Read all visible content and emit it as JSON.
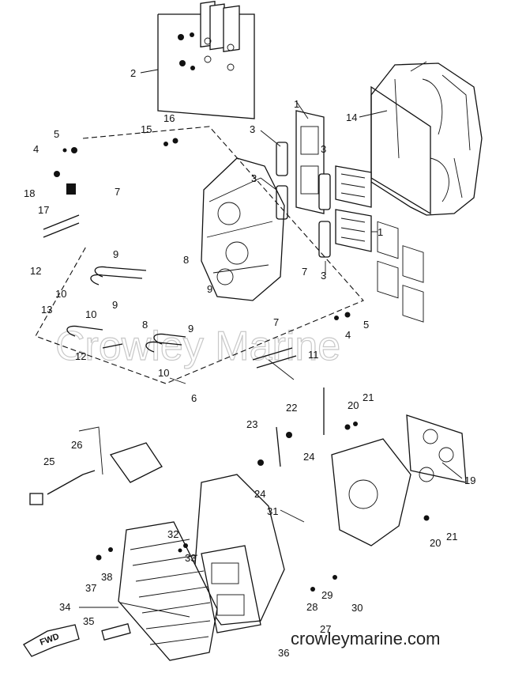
{
  "watermark": "Crowley Marine",
  "website": "crowleymarine.com",
  "direction_label": "FWD",
  "warning_tag": "",
  "callouts": [
    "1",
    "1",
    "2",
    "3",
    "3",
    "3",
    "3",
    "4",
    "4",
    "5",
    "5",
    "6",
    "7",
    "7",
    "7",
    "8",
    "8",
    "9",
    "9",
    "9",
    "9",
    "10",
    "10",
    "10",
    "11",
    "12",
    "12",
    "13",
    "14",
    "15",
    "16",
    "17",
    "18",
    "19",
    "20",
    "20",
    "21",
    "21",
    "22",
    "23",
    "24",
    "24",
    "25",
    "26",
    "27",
    "28",
    "29",
    "30",
    "31",
    "32",
    "33",
    "34",
    "35",
    "36",
    "37",
    "38"
  ]
}
